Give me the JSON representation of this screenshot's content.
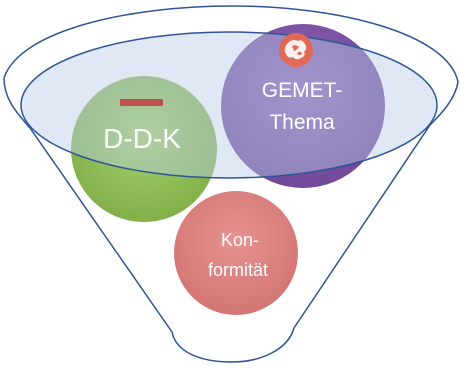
{
  "diagram": {
    "labels": {
      "ddk": "D-D-K",
      "gemet_line1": "GEMET-",
      "gemet_line2": "Thema",
      "konf_line1": "Kon-",
      "konf_line2": "formität"
    },
    "icons": {
      "ddk": "flag-bar-icon",
      "gemet": "europe-map-icon"
    },
    "colors": {
      "funnel_stroke": "#2f5597",
      "rim_fill": "#c9d6ea",
      "ddk_circle": "#8fbf4a",
      "ddk_flag": "#c0504d",
      "gemet_circle": "#7a4ea1",
      "gemet_icon_fill": "#e06a55",
      "konf_circle": "#dc7a78"
    }
  }
}
